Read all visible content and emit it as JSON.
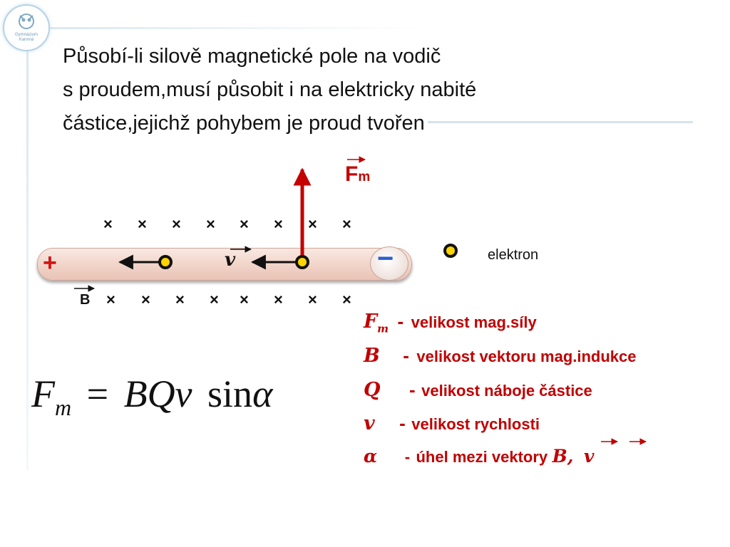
{
  "slide": {
    "title_lines": [
      "Působí-li silově  magnetické pole na vodič",
      "s proudem,musí působit i na elektricky nabité",
      "částice,jejichž pohybem je proud tvořen"
    ],
    "logo_text": "Gymnázium\nKarviná"
  },
  "diagram": {
    "plus_sign": "+",
    "minus_sign": "−",
    "cross_mark": "×",
    "cross_row_top": [
      "×",
      "×",
      "×",
      "×",
      "×",
      "×",
      "×",
      "×"
    ],
    "cross_row_bottom": [
      "×",
      "×",
      "×",
      "×",
      "×",
      "×",
      "×",
      "×"
    ],
    "b_vector_label": "B",
    "force_label_main": "F",
    "force_label_sub": "m",
    "velocity_label": "v",
    "electron_legend": "elektron"
  },
  "legend": [
    {
      "symbol": "F",
      "subscript": "m",
      "dash": "-",
      "text": "velikost mag.síly"
    },
    {
      "symbol": "B",
      "subscript": "",
      "dash": "-",
      "text": "velikost vektoru mag.indukce"
    },
    {
      "symbol": "Q",
      "subscript": "",
      "dash": "-",
      "text": "velikost náboje částice"
    },
    {
      "symbol": "v",
      "subscript": "",
      "dash": "-",
      "text": "velikost rychlosti"
    },
    {
      "symbol": "α",
      "subscript": "",
      "dash": "-",
      "text": "úhel mezi vektory",
      "vector_b": "B,",
      "vector_v": "v"
    }
  ],
  "formula": {
    "lhs": "F",
    "lhs_sub": "m",
    "equals": "=",
    "rhs_vars": "BQv",
    "function": "sin",
    "angle": "α"
  },
  "colors": {
    "accent_red": "#c00000",
    "arrow_red": "#c40000",
    "minus_blue": "#2a5fd0",
    "electron_fill": "#ffd400"
  }
}
